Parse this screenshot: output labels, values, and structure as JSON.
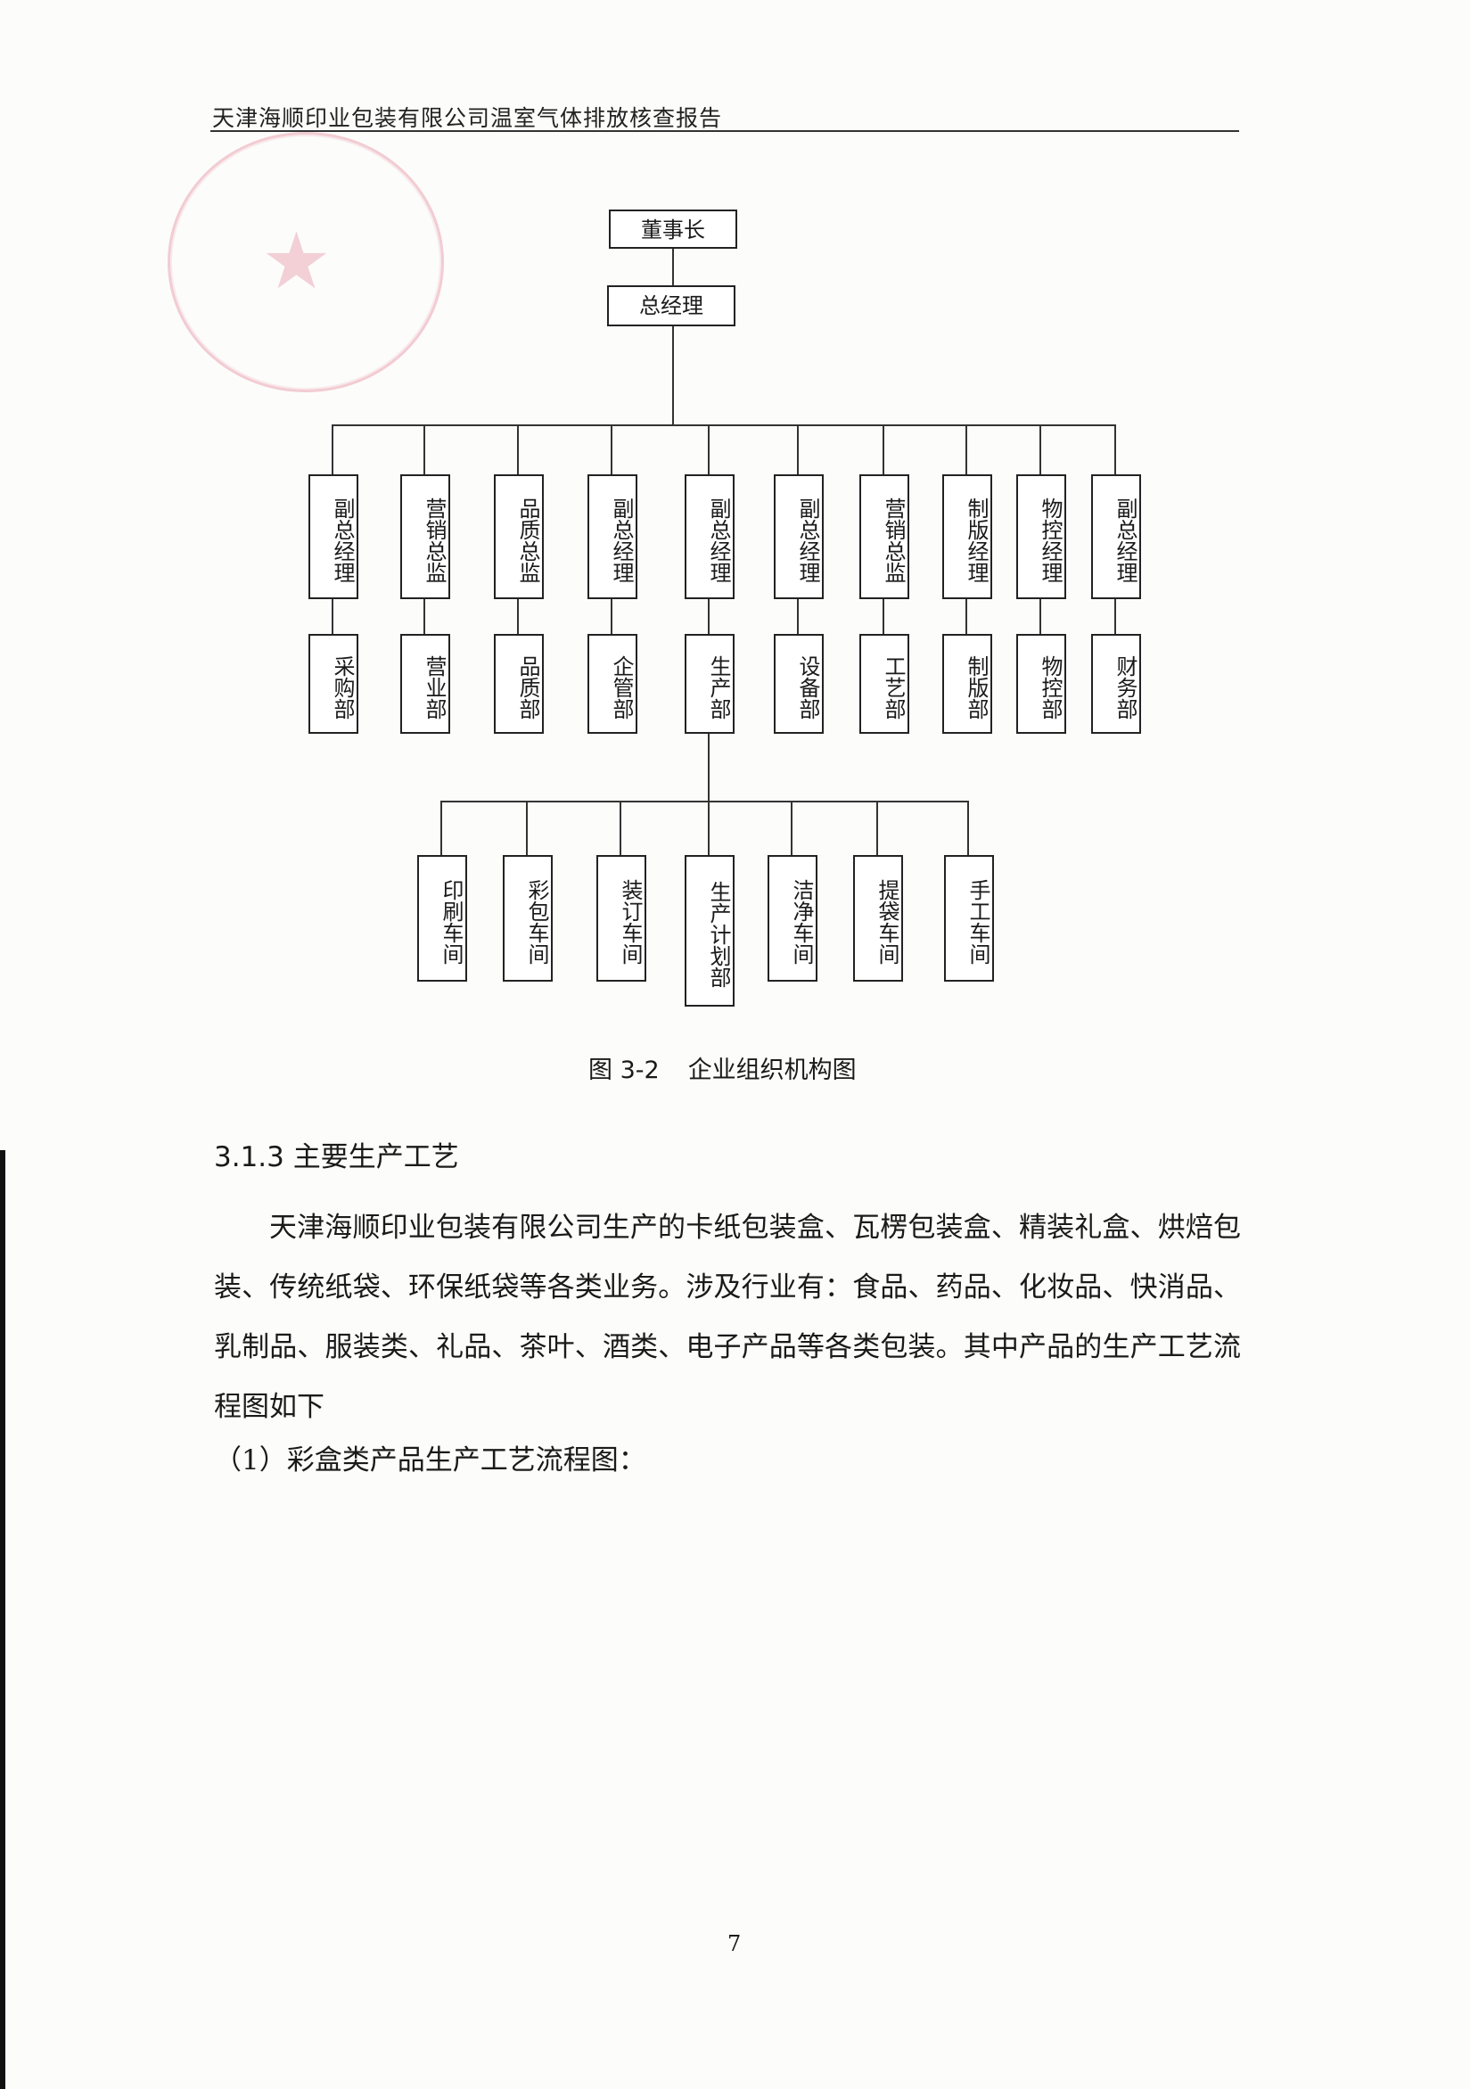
{
  "header": {
    "running_title": "天津海顺印业包装有限公司温室气体排放核查报告"
  },
  "org_chart": {
    "chairman": "董事长",
    "general_manager": "总经理",
    "level2": [
      "副总经理",
      "营销总监",
      "品质总监",
      "副总经理",
      "副总经理",
      "副总经理",
      "营销总监",
      "制版经理",
      "物控经理",
      "副总经理"
    ],
    "level3": [
      "采购部",
      "营业部",
      "品质部",
      "企管部",
      "生产部",
      "设备部",
      "工艺部",
      "制版部",
      "物控部",
      "财务部"
    ],
    "level4": [
      "印刷车间",
      "彩包车间",
      "装订车间",
      "生产计划部",
      "洁净车间",
      "提袋车间",
      "手工车间"
    ]
  },
  "figure": {
    "number": "图 3-2",
    "title": "企业组织机构图"
  },
  "section": {
    "heading": "3.1.3 主要生产工艺"
  },
  "body": {
    "paragraph": "天津海顺印业包装有限公司生产的卡纸包装盒、瓦楞包装盒、精装礼盒、烘焙包装、传统纸袋、环保纸袋等各类业务。涉及行业有：食品、药品、化妆品、快消品、乳制品、服装类、礼品、茶叶、酒类、电子产品等各类包装。其中产品的生产工艺流程图如下",
    "item1": "（1）彩盒类产品生产工艺流程图："
  },
  "page_number": "7"
}
